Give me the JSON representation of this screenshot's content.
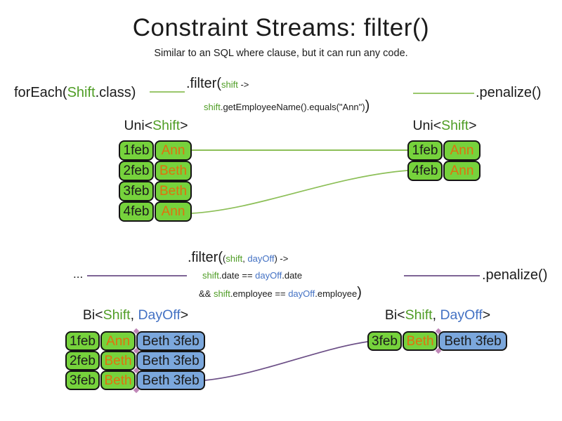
{
  "title": "Constraint Streams: filter()",
  "subtitle": "Similar to an SQL where clause, but it can run any code.",
  "colors": {
    "text_black": "#1b1b1b",
    "code_green": "#4f9d25",
    "code_blue": "#4472c4",
    "cell_green": "#76d23c",
    "cell_blue": "#7ba7dc",
    "name_orange": "#e0710f",
    "line_green": "#8cbf57",
    "line_purple": "#6b4e86",
    "diamond_pink": "#c087b8"
  },
  "stream1": {
    "foreach": {
      "pre": "forEach(",
      "type": "Shift",
      "post": ".class)"
    },
    "filter": {
      "head": ".filter(",
      "param": "shift",
      "arrow": " ->",
      "body_param": "shift",
      "body": ".getEmployeeName().equals(\"Ann\")",
      "close": ")"
    },
    "penalize": ".penalize()",
    "left_table": {
      "header": {
        "pre": "Uni<",
        "type": "Shift",
        "post": ">"
      },
      "rows": [
        [
          "1feb",
          "Ann"
        ],
        [
          "2feb",
          "Beth"
        ],
        [
          "3feb",
          "Beth"
        ],
        [
          "4feb",
          "Ann"
        ]
      ]
    },
    "right_table": {
      "header": {
        "pre": "Uni<",
        "type": "Shift",
        "post": ">"
      },
      "rows": [
        [
          "1feb",
          "Ann"
        ],
        [
          "4feb",
          "Ann"
        ]
      ]
    }
  },
  "stream2": {
    "source": "...",
    "filter": {
      "head": ".filter(",
      "p_open": "(",
      "p_shift": "shift",
      "p_comma": ", ",
      "p_dayoff": "dayOff",
      "p_close": ") ->",
      "l2_shift": "shift",
      "l2_mid": ".date == ",
      "l2_dayoff": "dayOff",
      "l2_end": ".date",
      "l3_pre": "&& ",
      "l3_shift": "shift",
      "l3_mid": ".employee == ",
      "l3_dayoff": "dayOff",
      "l3_end": ".employee",
      "close": ")"
    },
    "penalize": ".penalize()",
    "left_table": {
      "header": {
        "pre": "Bi<",
        "shift": "Shift",
        "comma": ", ",
        "dayoff": "DayOff",
        "post": ">"
      },
      "rows": [
        [
          "1feb",
          "Ann",
          "Beth 3feb"
        ],
        [
          "2feb",
          "Beth",
          "Beth 3feb"
        ],
        [
          "3feb",
          "Beth",
          "Beth 3feb"
        ]
      ]
    },
    "right_table": {
      "header": {
        "pre": "Bi<",
        "shift": "Shift",
        "comma": ", ",
        "dayoff": "DayOff",
        "post": ">"
      },
      "rows": [
        [
          "3feb",
          "Beth",
          "Beth 3feb"
        ]
      ]
    }
  }
}
